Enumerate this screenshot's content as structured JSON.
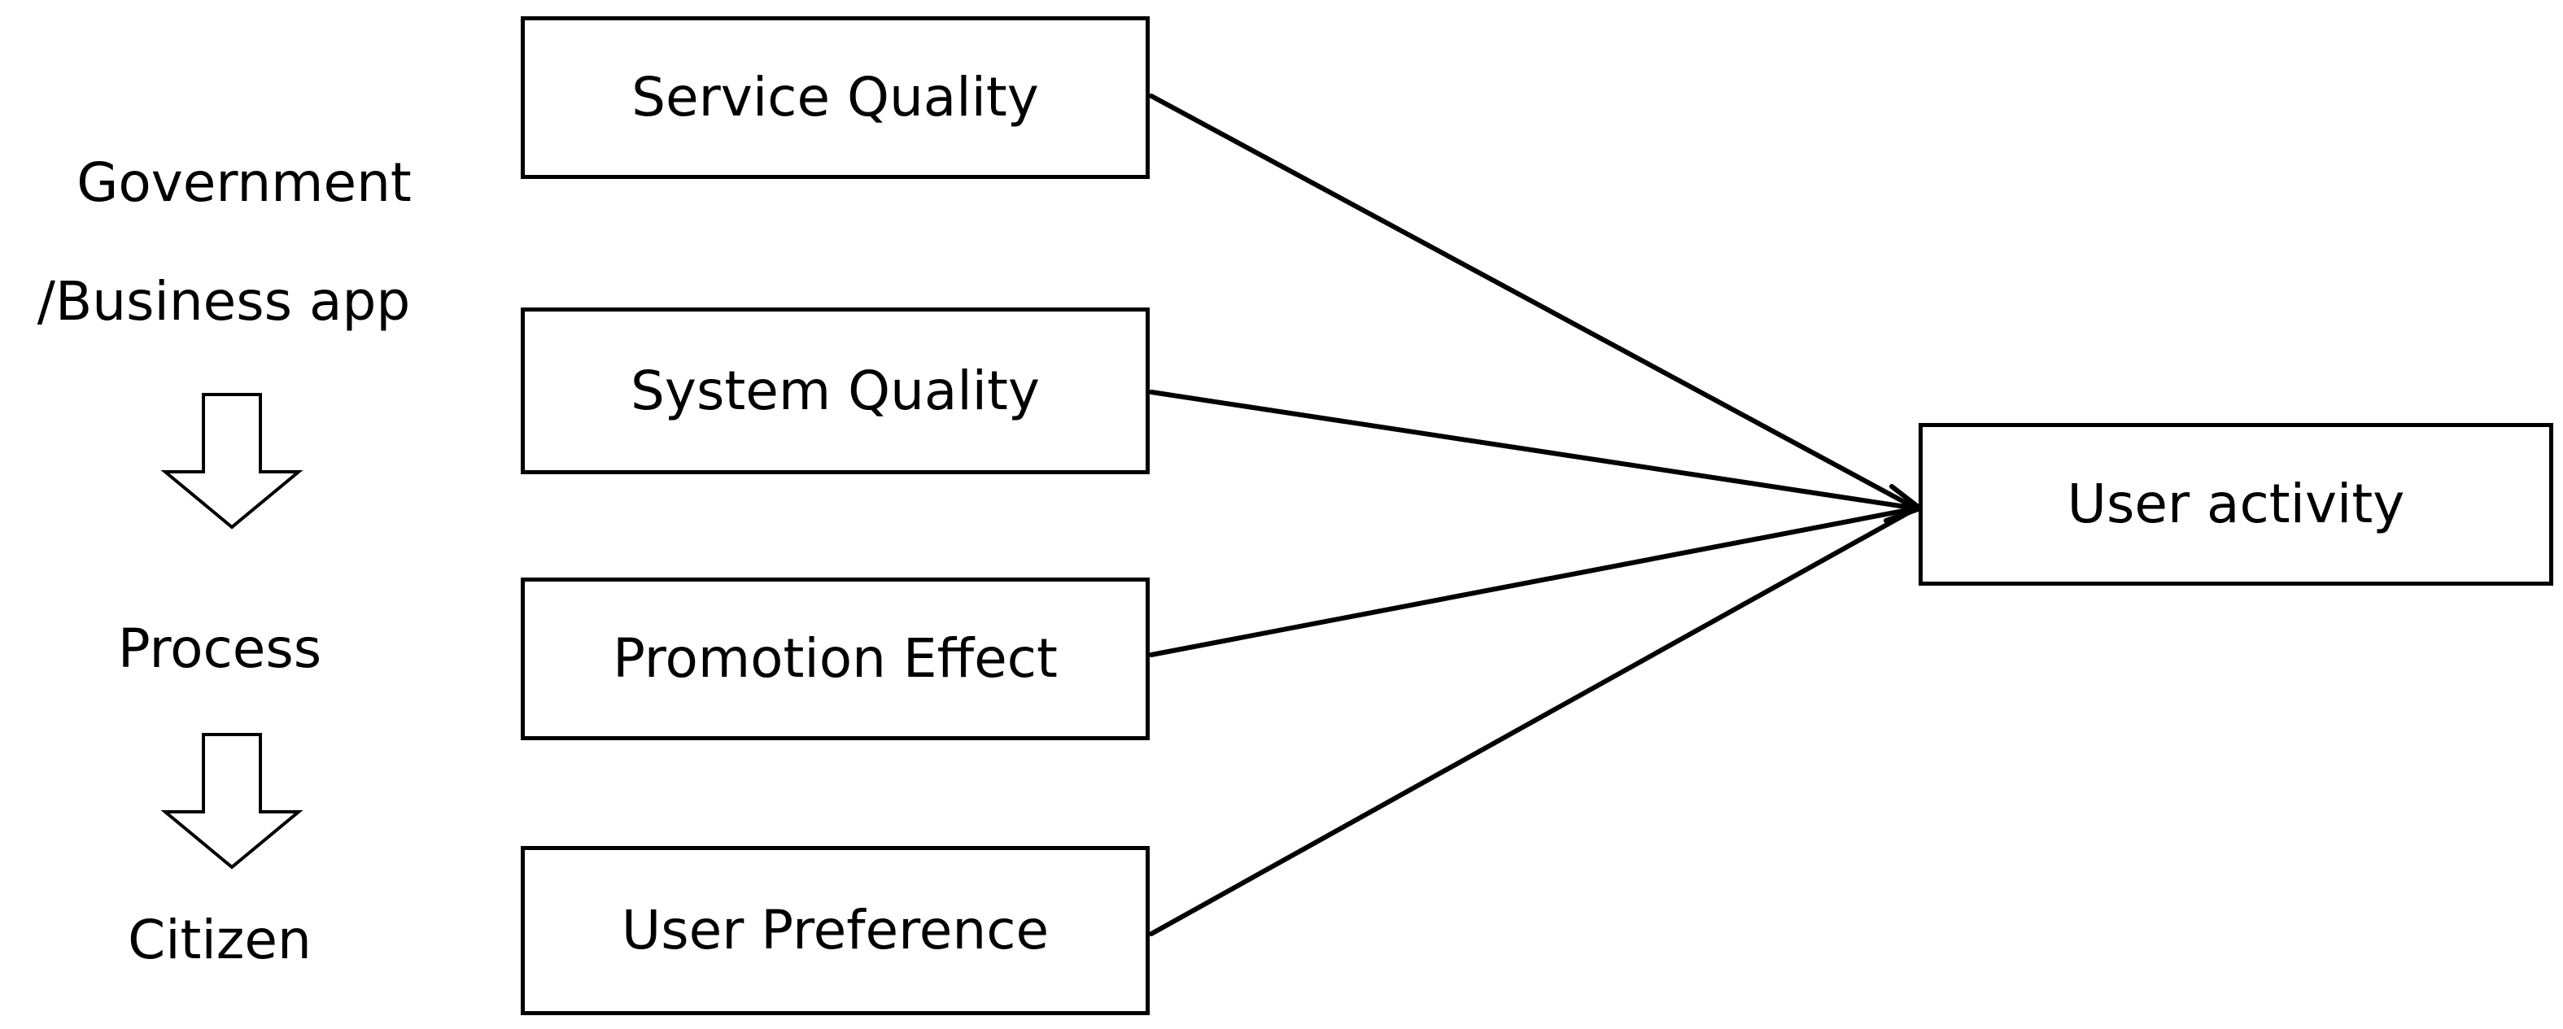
{
  "left_flow": {
    "top_line1": "Government",
    "top_line2": "/Business app",
    "middle": "Process",
    "bottom": "Citizen"
  },
  "factors": [
    {
      "label": "Service Quality"
    },
    {
      "label": "System Quality"
    },
    {
      "label": "Promotion Effect"
    },
    {
      "label": "User Preference"
    }
  ],
  "outcome": {
    "label": "User activity"
  },
  "colors": {
    "stroke": "#000000",
    "background": "#ffffff"
  }
}
